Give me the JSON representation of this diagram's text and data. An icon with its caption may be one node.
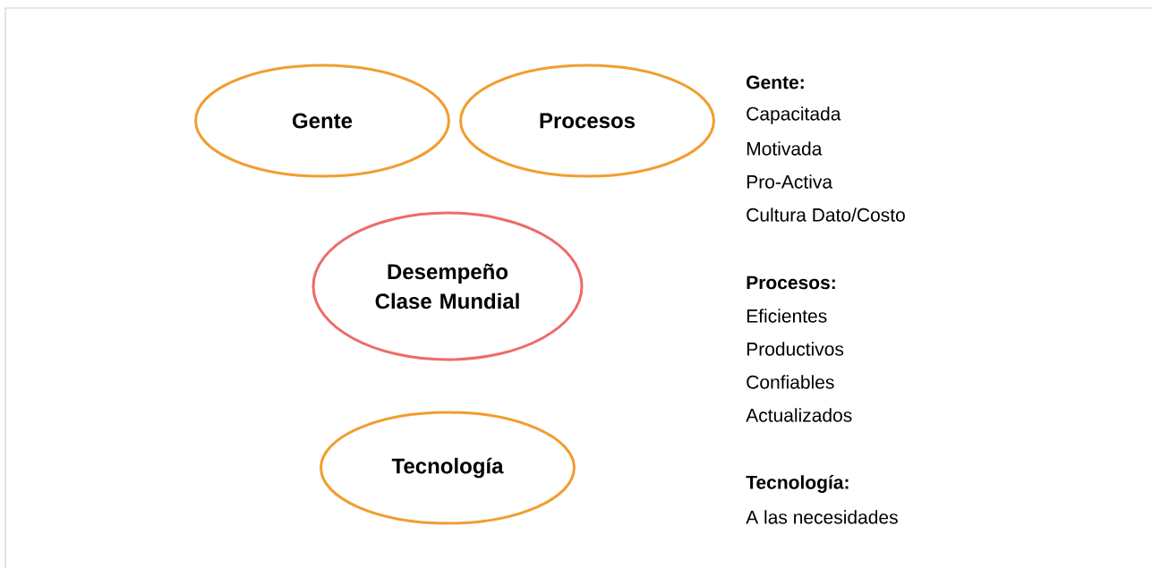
{
  "diagram": {
    "nodes": [
      {
        "text": [
          "Gente"
        ]
      },
      {
        "text": [
          "Procesos"
        ]
      },
      {
        "text": [
          "Desempeño Clase Mundial"
        ]
      },
      {
        "text": [
          "Tecnología"
        ]
      }
    ],
    "labels": [
      "Gente:",
      "Capacitada",
      "Motivada",
      "Pro-Activa",
      "Cultura Dato/Costo",
      "Procesos:",
      "Eficientes",
      "Productivos",
      "Confiables",
      "Actualizados",
      "Tecnología:",
      "A las necesidades"
    ]
  }
}
